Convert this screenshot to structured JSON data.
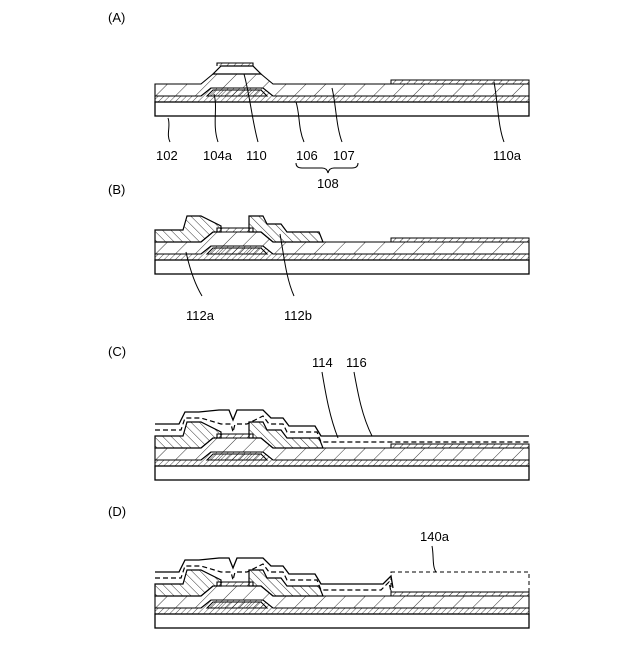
{
  "panels": [
    {
      "id": "A",
      "label": "(A)"
    },
    {
      "id": "B",
      "label": "(B)"
    },
    {
      "id": "C",
      "label": "(C)"
    },
    {
      "id": "D",
      "label": "(D)"
    }
  ],
  "labels": {
    "l102": "102",
    "l104a": "104a",
    "l110": "110",
    "l106": "106",
    "l107": "107",
    "l108": "108",
    "l110a": "110a",
    "l112a": "112a",
    "l112b": "112b",
    "l114": "114",
    "l116": "116",
    "l140a": "140a"
  }
}
